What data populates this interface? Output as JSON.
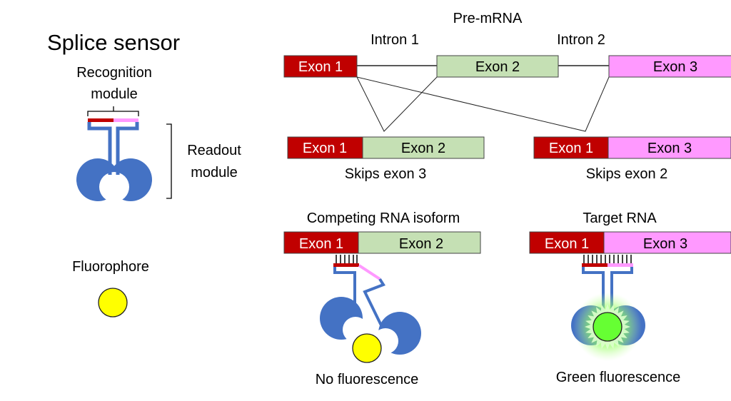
{
  "sensor": {
    "title": "Splice sensor",
    "recognition_line1": "Recognition",
    "recognition_line2": "module",
    "readout_line1": "Readout",
    "readout_line2": "module",
    "fluorophore": "Fluorophore"
  },
  "pre_mrna": {
    "title": "Pre-mRNA",
    "intron1": "Intron 1",
    "intron2": "Intron 2",
    "exon1": "Exon 1",
    "exon2": "Exon 2",
    "exon3": "Exon 3"
  },
  "isoforms": {
    "left": {
      "exon_a": "Exon  1",
      "exon_b": "Exon 2",
      "caption": "Skips exon 3"
    },
    "right": {
      "exon_a": "Exon  1",
      "exon_b": "Exon 3",
      "caption": "Skips exon 2"
    }
  },
  "competing": {
    "title": "Competing RNA isoform",
    "exon_a": "Exon  1",
    "exon_b": "Exon 2",
    "caption": "No fluorescence"
  },
  "target": {
    "title": "Target RNA",
    "exon_a": "Exon  1",
    "exon_b": "Exon 3",
    "caption": "Green fluorescence"
  },
  "colors": {
    "exon1": "#c00000",
    "exon2": "#c5e0b4",
    "exon3": "#ff99ff",
    "sensor": "#4472c4",
    "fluorophore_off": "#ffff00",
    "fluorophore_on": "#66ff33"
  }
}
